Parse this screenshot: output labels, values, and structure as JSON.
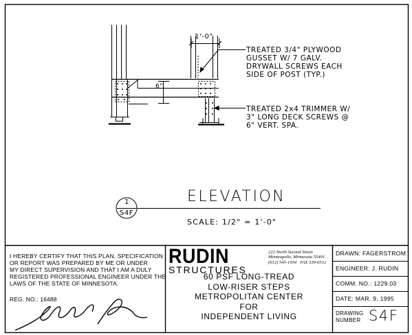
{
  "elevation": {
    "title": "ELEVATION",
    "scale": "SCALE: 1/2\" = 1'-0\"",
    "callout_number": "1",
    "callout_sheet": "S4F",
    "dimension": "1'-0\"",
    "vert_dimension": "6\""
  },
  "notes": [
    "TREATED 3/4\" PLYWOOD\nGUSSET W/ 7 GALV.\nDRYWALL SCREWS EACH\nSIDE OF POST (TYP.)",
    "TREATED 2x4 TRIMMER W/\n3\" LONG DECK SCREWS @\n6\" VERT. SPA."
  ],
  "certification": {
    "text": "I HEREBY CERTIFY THAT THIS PLAN, SPECIFICATION\nOR REPORT WAS PREPARED BY ME OR UNDER\nMY DIRECT SUPERVISION AND THAT I AM A DULY\nREGISTERED PROFESSIONAL ENGINEER UNDER THE\nLAWS OF THE STATE OF MINNESOTA.",
    "reg_no": "REG. NO.: 16488"
  },
  "firm": {
    "name": "RUDIN",
    "subtitle": "STRUCTURES",
    "address": "222 North Second Street\nMinneapolis, Minnesota 55401\n(612) 545-1034   FAX 339-6512"
  },
  "project": {
    "title": "60 PSF LONG-TREAD\nLOW-RISER STEPS\nMETROPOLITAN CENTER\nFOR\nINDEPENDENT LIVING"
  },
  "title_block": {
    "drawn": "DRAWN: FAGERSTROM",
    "engineer": "ENGINEER: J. RUDIN",
    "comm_no": "COMM. NO.: 1229.03",
    "date": "DATE: MAR. 9, 1995",
    "drawing_label": "DRAWING\nNUMBER",
    "drawing_number": "S4F"
  },
  "colors": {
    "ink": "#000000",
    "paper": "#ffffff"
  }
}
